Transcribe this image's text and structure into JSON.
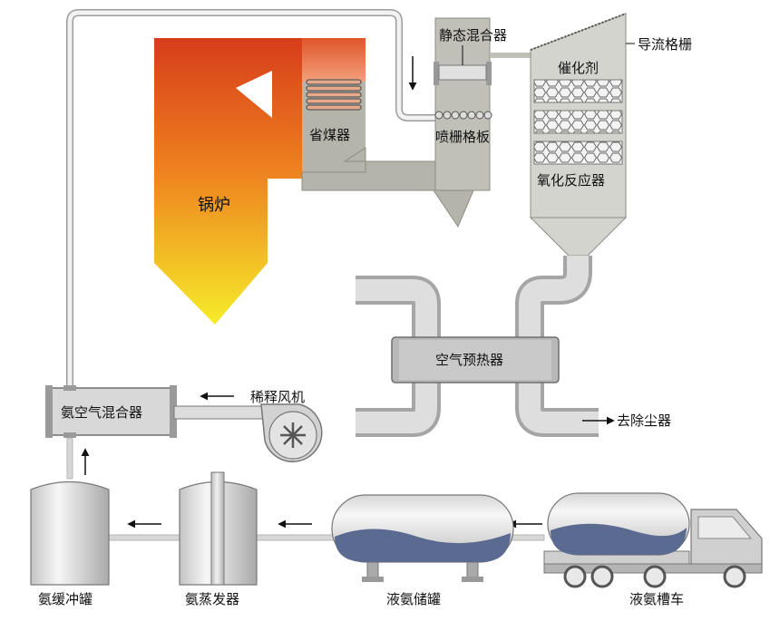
{
  "labels": {
    "boiler": "锅炉",
    "economizer": "省煤器",
    "static_mixer": "静态混合器",
    "guide_grid": "导流格栅",
    "catalyst": "催化剂",
    "injection_grid": "喷栅格板",
    "reactor": "氧化反应器",
    "air_preheater": "空气预热器",
    "to_dust_collector": "去除尘器",
    "dilution_fan": "稀释风机",
    "ammonia_air_mixer": "氨空气混合器",
    "ammonia_buffer_tank": "氨缓冲罐",
    "ammonia_evaporator": "氨蒸发器",
    "liquid_ammonia_storage": "液氨储罐",
    "liquid_ammonia_truck": "液氨槽车"
  },
  "colors": {
    "boiler_top": "#d94a1e",
    "boiler_mid": "#ef8a1c",
    "boiler_bottom": "#f5e92a",
    "duct_gray": "#b3b3a9",
    "pipe_gray": "#d3d3d3",
    "liquid_blue": "#5b6a91"
  }
}
